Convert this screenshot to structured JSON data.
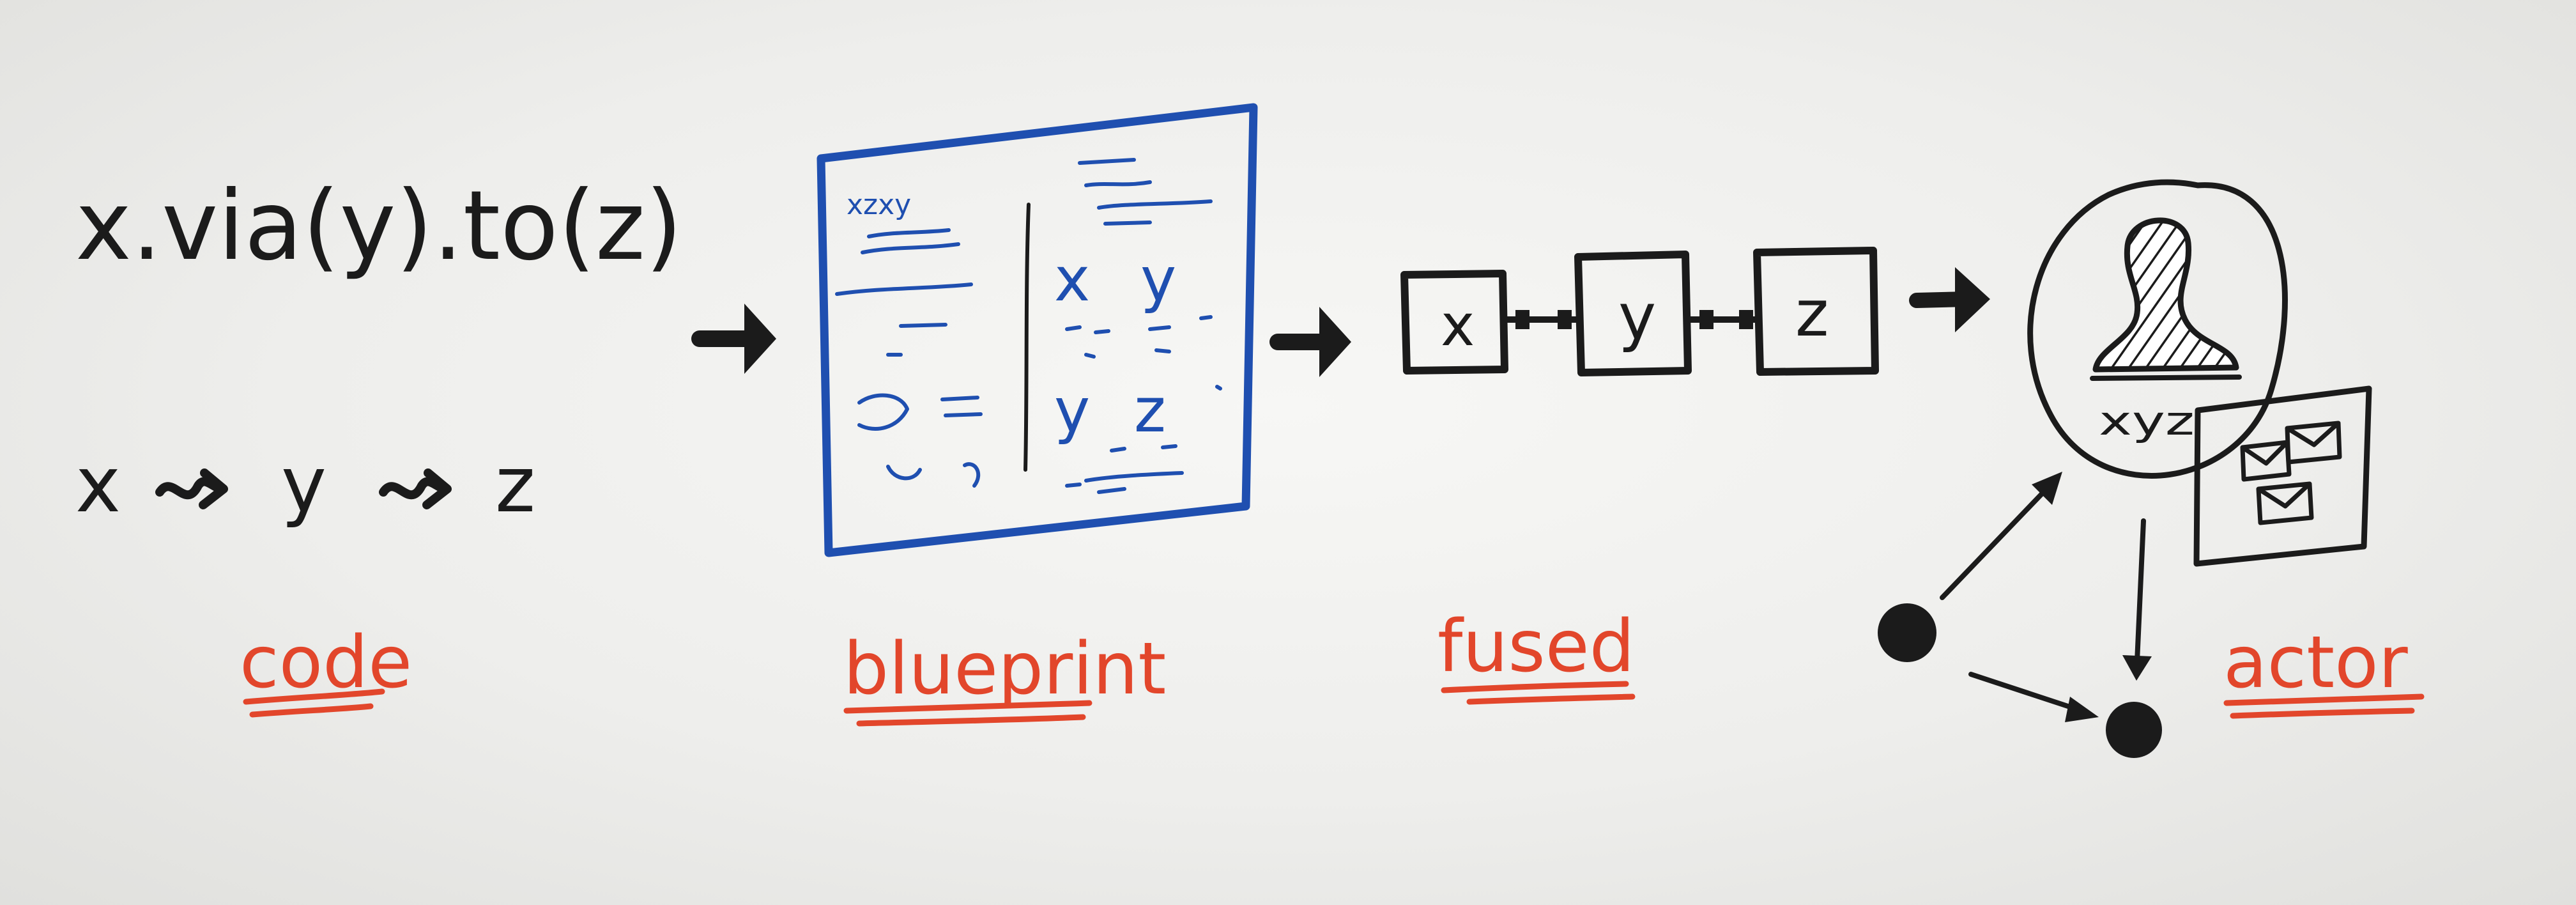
{
  "code": {
    "expression": "x.via(y).to(z)",
    "chain": {
      "first": "x",
      "second": "y",
      "third": "z"
    },
    "label": "code"
  },
  "blueprint": {
    "label": "blueprint",
    "left_header": "xzxy",
    "right_top": [
      "x",
      "y"
    ],
    "right_bottom": [
      "y",
      "z"
    ]
  },
  "fused": {
    "label": "fused",
    "boxes": [
      "x",
      "y",
      "z"
    ]
  },
  "actor": {
    "label": "actor",
    "name": "xyz"
  },
  "colors": {
    "ink": "#1b1b1b",
    "label_red": "#e2462b",
    "blueprint_blue": "#1f4fb0"
  }
}
